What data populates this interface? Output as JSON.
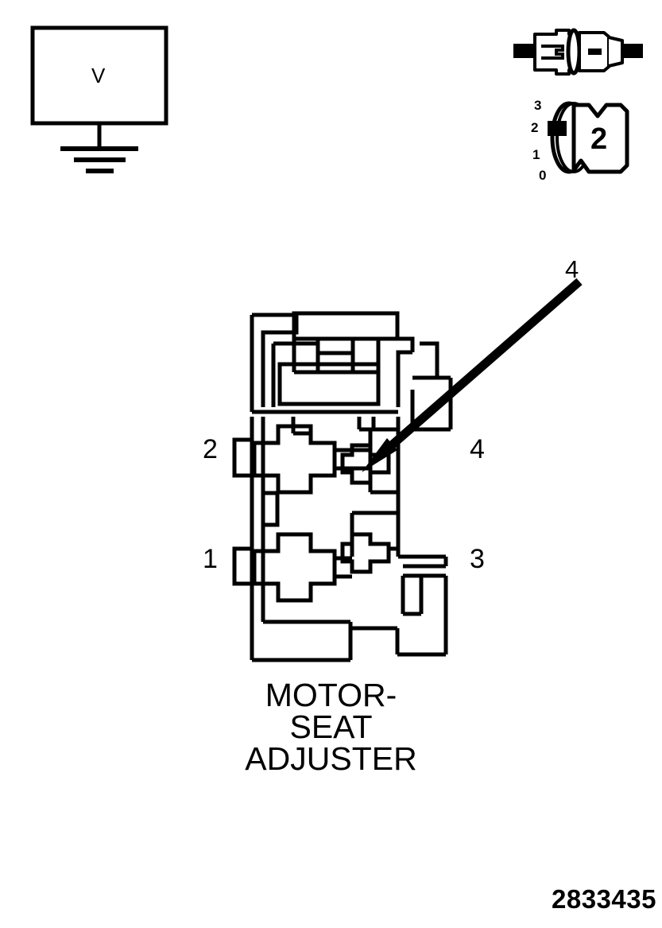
{
  "figure": {
    "part_number": "2833435",
    "caption": {
      "line1": "MOTOR-",
      "line2": "SEAT",
      "line3": "ADJUSTER"
    }
  },
  "voltmeter": {
    "label": "V",
    "icon": "voltmeter-icon",
    "ground_icon": "ground-icon"
  },
  "test_connector": {
    "icon": "connector-probe-icon"
  },
  "rotary_switch": {
    "selected_position": "2",
    "positions": [
      "3",
      "2",
      "1",
      "0"
    ],
    "icon": "rotary-switch-icon"
  },
  "connector": {
    "name": "MOTOR-SEAT ADJUSTER",
    "pins_left": [
      {
        "number": "2"
      },
      {
        "number": "1"
      }
    ],
    "pins_right": [
      {
        "number": "4"
      },
      {
        "number": "3"
      }
    ]
  },
  "callout": {
    "number": "4",
    "arrow_icon": "leader-arrow-icon"
  },
  "colors": {
    "line": "#000000",
    "background": "#ffffff"
  }
}
